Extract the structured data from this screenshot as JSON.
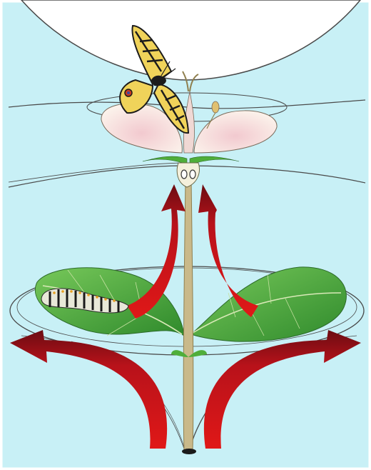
{
  "scene": {
    "subject": "plant-life-cycle-illustration",
    "elements": [
      "butterfly",
      "flower",
      "seed-pod",
      "leaves",
      "caterpillar",
      "seed",
      "growth-arrows",
      "pencil-orbits"
    ]
  },
  "colors": {
    "sky": "#c8f0f6",
    "pencil": "#4a4a4a",
    "arrow_red": "#c41212",
    "arrow_dark": "#6b0c12",
    "leaf": "#4fae3a",
    "leaf_dark": "#2c7a2a",
    "stem": "#c9b98a",
    "petal": "#f6e6df",
    "butterfly_yellow": "#f0d35a",
    "butterfly_black": "#1c1c1c"
  }
}
